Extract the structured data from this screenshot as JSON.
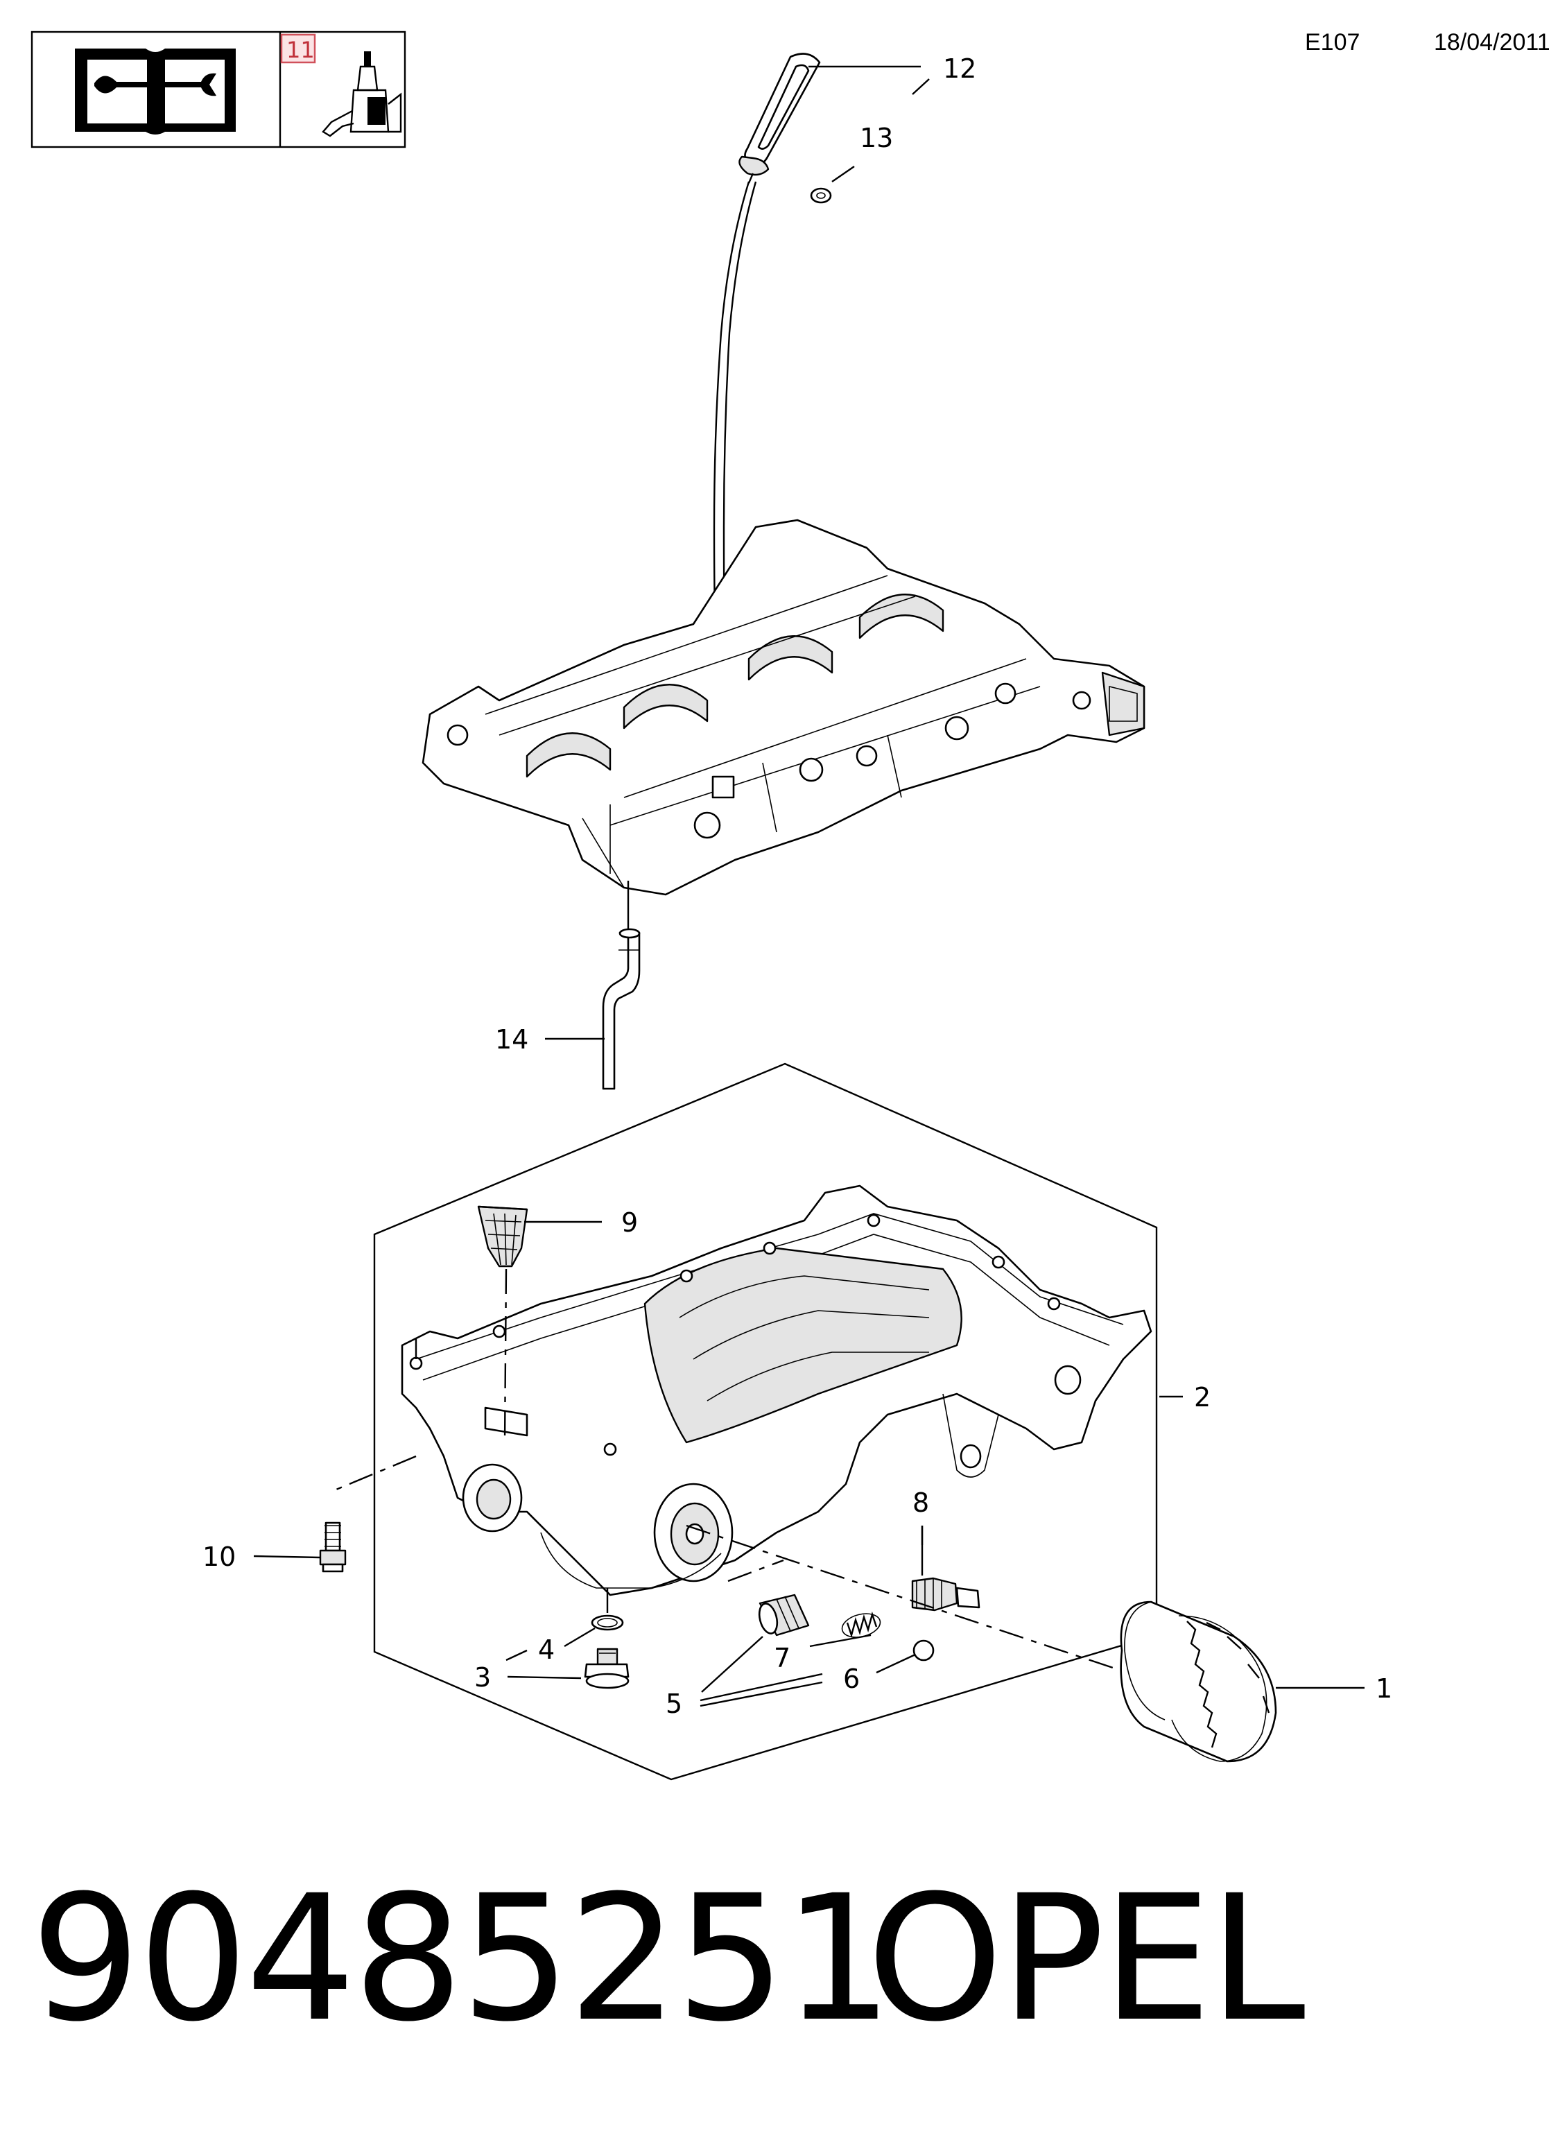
{
  "header": {
    "code": "E107",
    "date": "18/04/2011",
    "sheet_number": "11",
    "icons": [
      "manual-wrench-icon",
      "sealant-tube-icon"
    ]
  },
  "callouts": [
    {
      "id": "c1",
      "label": "1"
    },
    {
      "id": "c2",
      "label": "2"
    },
    {
      "id": "c3",
      "label": "3"
    },
    {
      "id": "c4",
      "label": "4"
    },
    {
      "id": "c5",
      "label": "5"
    },
    {
      "id": "c6",
      "label": "6"
    },
    {
      "id": "c7",
      "label": "7"
    },
    {
      "id": "c8",
      "label": "8"
    },
    {
      "id": "c9",
      "label": "9"
    },
    {
      "id": "c10",
      "label": "10"
    },
    {
      "id": "c12",
      "label": "12"
    },
    {
      "id": "c13",
      "label": "13"
    },
    {
      "id": "c14",
      "label": "14"
    }
  ],
  "footer": {
    "part_number": "90485251",
    "brand": "OPEL"
  }
}
